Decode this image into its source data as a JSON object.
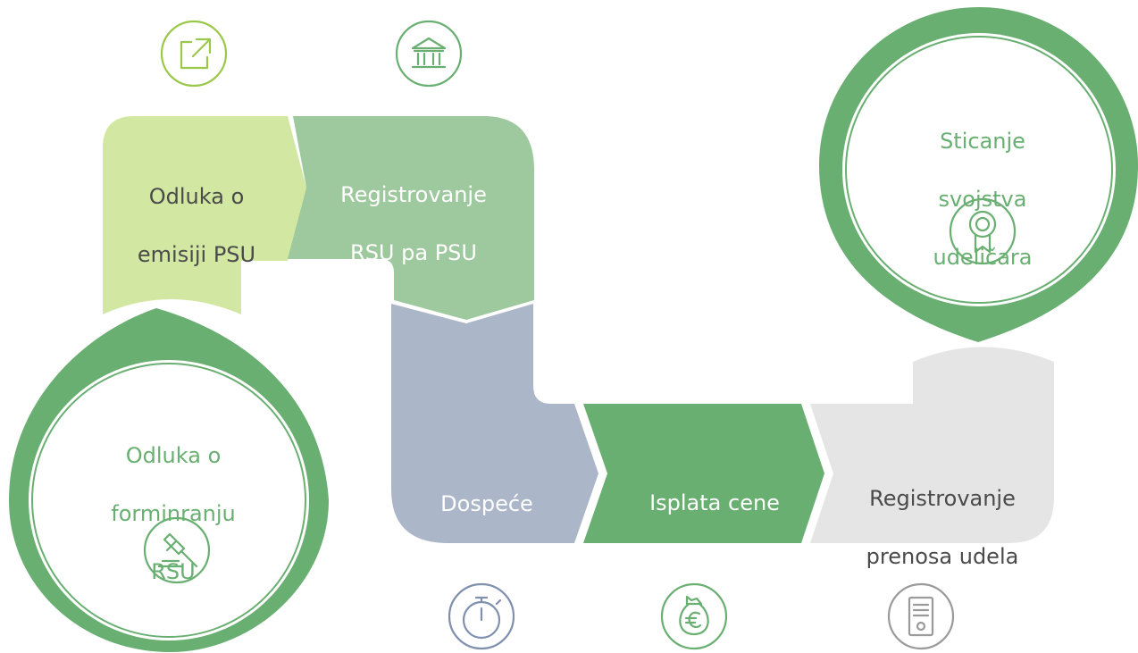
{
  "steps": {
    "odluka_formiranju": {
      "lines": [
        "Odluka o",
        "forminranju",
        "RSU"
      ],
      "color": "#6aaf72",
      "text_color": "#6aaf72",
      "icon": "gavel-icon"
    },
    "odluka_emisiji": {
      "lines": [
        "Odluka o",
        "emisiji PSU"
      ],
      "color": "#d2e8a2",
      "text_color": "#4a4a4a",
      "icon": "external-link-icon"
    },
    "registrovanje_rsu": {
      "lines": [
        "Registrovanje",
        "RSU pa PSU"
      ],
      "color": "#9ec99e",
      "text_color": "#ffffff",
      "icon": "bank-icon"
    },
    "dospece": {
      "lines": [
        "Dospeće"
      ],
      "color": "#abb6c9",
      "text_color": "#ffffff",
      "icon": "stopwatch-icon"
    },
    "isplata_cene": {
      "lines": [
        "Isplata cene"
      ],
      "color": "#6aaf72",
      "text_color": "#ffffff",
      "icon": "money-bag-euro-icon"
    },
    "registrovanje_prenosa": {
      "lines": [
        "Registrovanje",
        "prenosa udela"
      ],
      "color": "#e5e5e5",
      "text_color": "#4a4a4a",
      "icon": "document-icon"
    },
    "sticanje": {
      "lines": [
        "Sticanje",
        "svojstva",
        "udeličara"
      ],
      "color": "#6aaf72",
      "text_color": "#6aaf72",
      "icon": "award-icon"
    }
  },
  "icon_colors": {
    "lime": "#9cc84a",
    "green": "#6aaf72",
    "slate": "#7f8fae",
    "gray": "#9a9a9a"
  }
}
